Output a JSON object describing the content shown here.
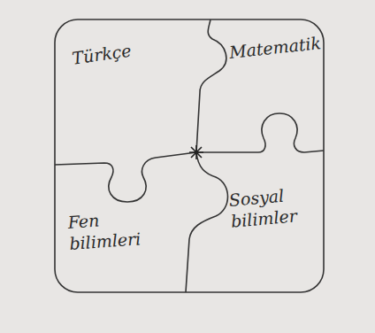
{
  "diagram": {
    "nodes": [
      {
        "text": [
          "Türkçe"
        ]
      },
      {
        "text": [
          "Matematik"
        ]
      },
      {
        "text": [
          "Fen bilimleri"
        ]
      },
      {
        "text": [
          "Sosyal bilimler"
        ]
      }
    ]
  }
}
